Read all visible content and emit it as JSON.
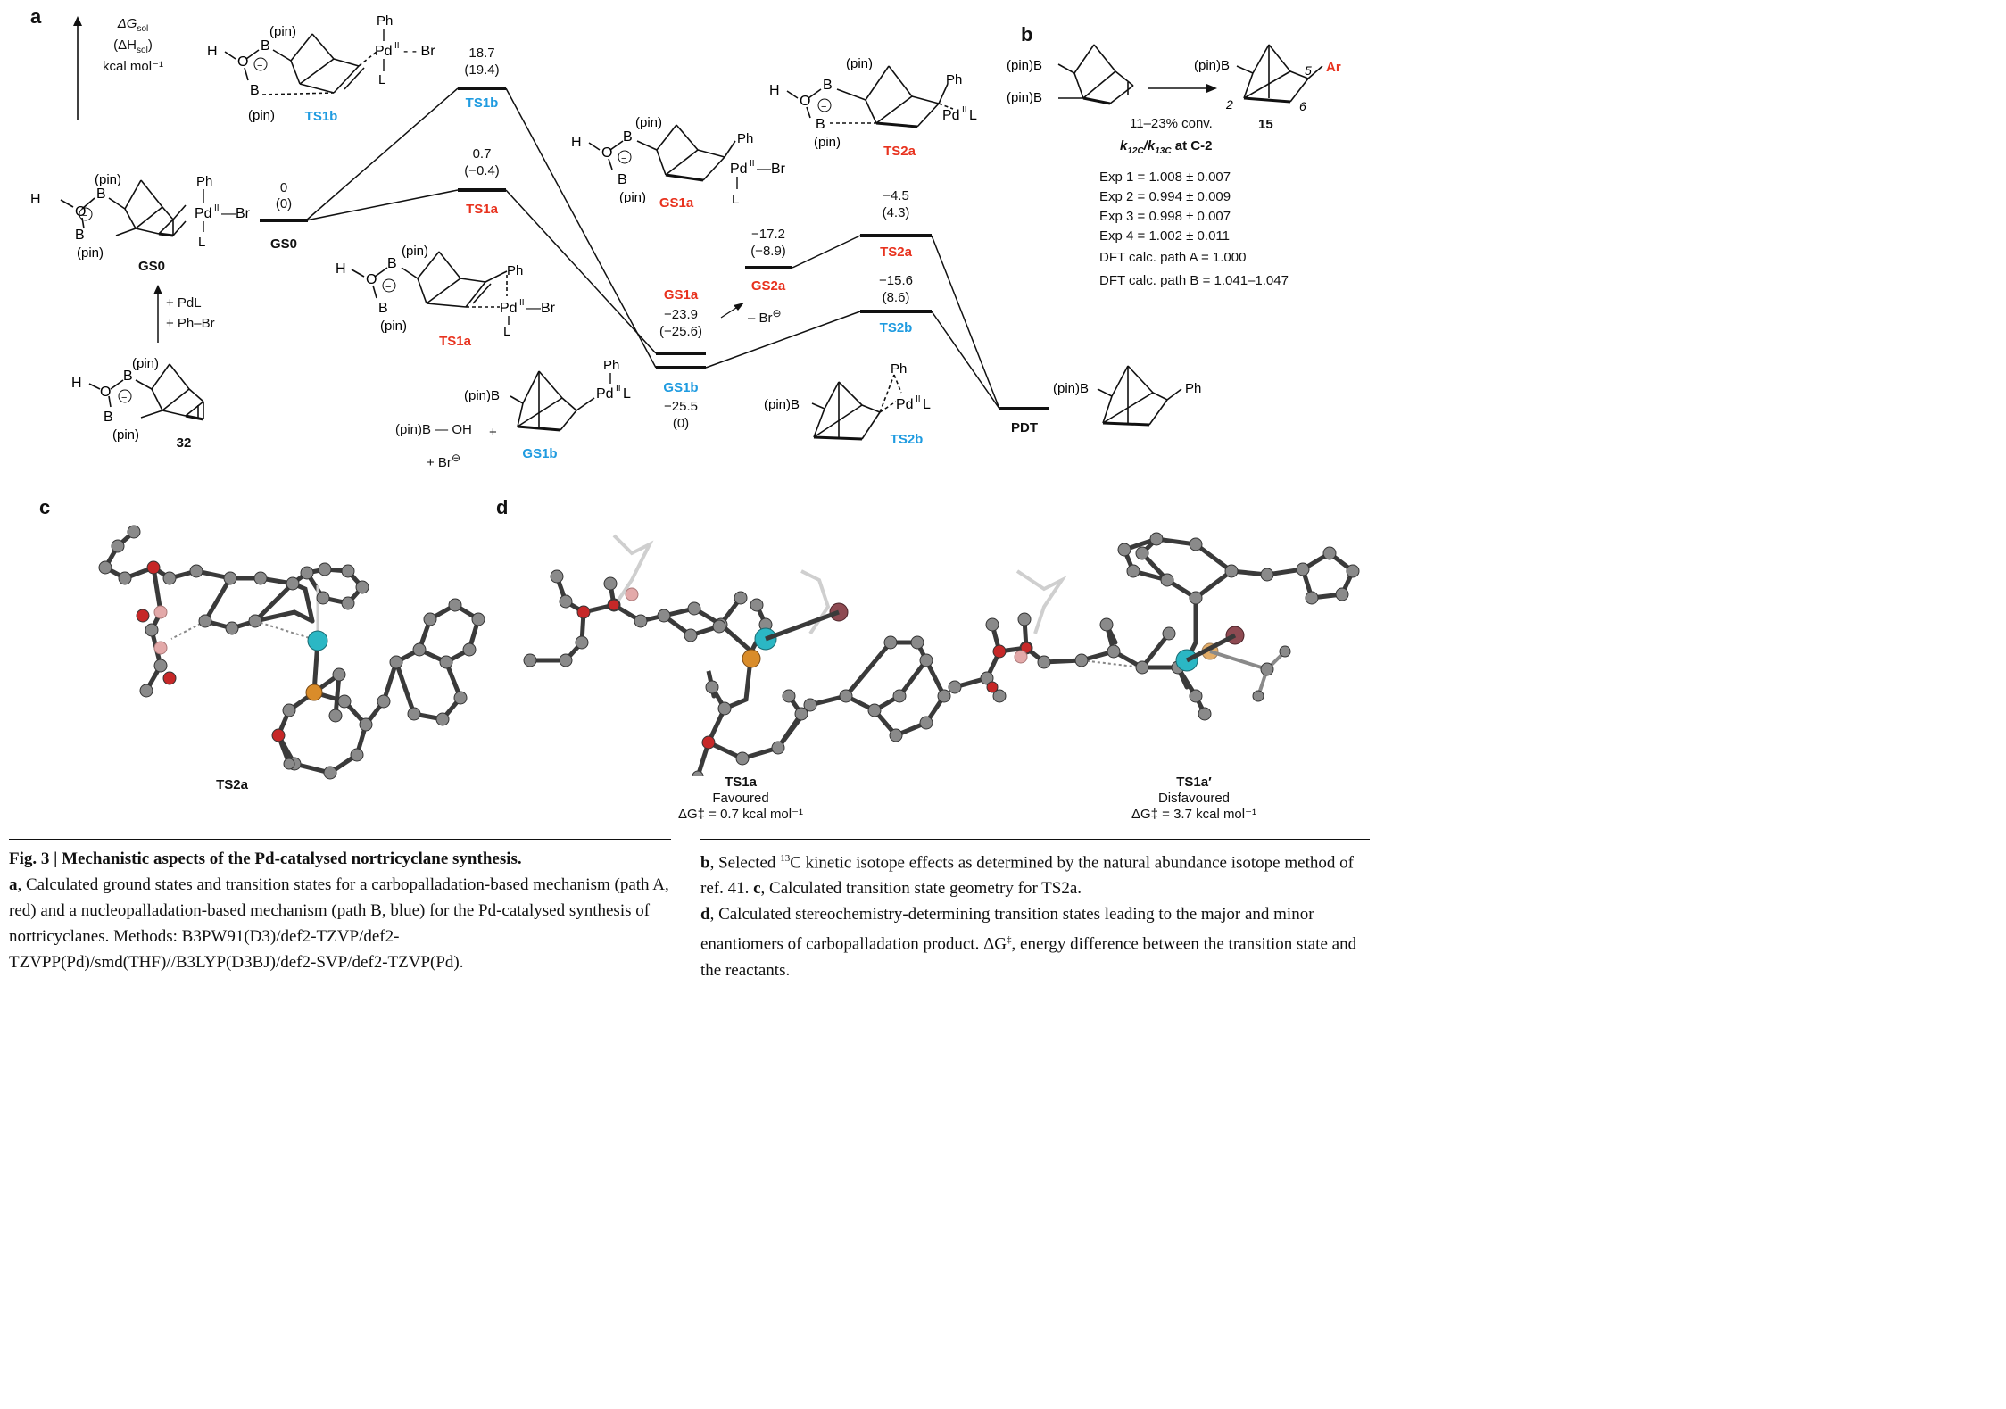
{
  "panel_labels": {
    "a": "a",
    "b": "b",
    "c": "c",
    "d": "d"
  },
  "axis": {
    "line1": "ΔG",
    "line1_sub": "sol",
    "line2_open": "(ΔH",
    "line2_sub": "sol",
    "line2_close": ")",
    "line3": "kcal mol⁻¹"
  },
  "states": [
    {
      "id": "GS0",
      "label": "GS0",
      "energy": "0",
      "enthalpy": "(0)",
      "path": "common"
    },
    {
      "id": "TS1b",
      "label": "TS1b",
      "energy": "18.7",
      "enthalpy": "(19.4)",
      "path": "B"
    },
    {
      "id": "TS1a",
      "label": "TS1a",
      "energy": "0.7",
      "enthalpy": "(−0.4)",
      "path": "A"
    },
    {
      "id": "GS1a",
      "label": "GS1a",
      "energy": "−23.9",
      "enthalpy": "(−25.6)",
      "path": "A"
    },
    {
      "id": "GS1b",
      "label": "GS1b",
      "energy": "−25.5",
      "enthalpy": "(0)",
      "path": "B"
    },
    {
      "id": "GS2a",
      "label": "GS2a",
      "energy": "−17.2",
      "enthalpy": "(−8.9)",
      "path": "A"
    },
    {
      "id": "TS2a",
      "label": "TS2a",
      "energy": "−4.5",
      "enthalpy": "(4.3)",
      "path": "A"
    },
    {
      "id": "TS2b",
      "label": "TS2b",
      "energy": "−15.6",
      "enthalpy": "(8.6)",
      "path": "B"
    },
    {
      "id": "PDT",
      "label": "PDT",
      "energy": "",
      "enthalpy": "",
      "path": "common"
    }
  ],
  "structure_labels": {
    "gs0": "GS0",
    "c32": "32",
    "ts1b": "TS1b",
    "ts1a": "TS1a",
    "gs1a": "GS1a",
    "ts2a": "TS2a",
    "gs1b": "GS1b",
    "ts2b": "TS2b"
  },
  "reagents": {
    "pdl": "+ PdL",
    "phbr": "+ Ph–Br",
    "brminus": "– Br",
    "pinboh": "(pin)B — OH",
    "plus": "+",
    "brplus": "+ Br"
  },
  "atoms": {
    "pin": "(pin)",
    "H": "H",
    "O": "O",
    "B": "B",
    "Ph": "Ph",
    "Pd": "Pd",
    "II": "II",
    "Br": "–Br",
    "Brb": "Br",
    "L": "L",
    "pinB": "(pin)B",
    "PdL": "Pd",
    "PdL_L": "L",
    "minus": "⊖"
  },
  "panel_b": {
    "conditions": "11–23% conv.",
    "product_number": "15",
    "kie_title": "k12C/k13C at C-2",
    "kie_k": "k",
    "kie_sub1": "12C",
    "kie_slash": "/",
    "kie_sub2": "13C",
    "kie_tail": " at C-2",
    "pos5": "5",
    "pos6": "6",
    "pos2": "2",
    "Ar": "Ar",
    "results": [
      "Exp 1 = 1.008 ± 0.007",
      "Exp 2 = 0.994 ± 0.009",
      "Exp 3 = 0.998 ± 0.007",
      "Exp 4 = 1.002 ± 0.011",
      "DFT calc. path A = 1.000",
      "DFT calc. path B = 1.041–1.047"
    ]
  },
  "panel_c": {
    "label": "TS2a"
  },
  "panel_d": {
    "left": {
      "name": "TS1a",
      "desc": "Favoured",
      "dg": "ΔG‡ = 0.7 kcal mol⁻¹"
    },
    "right": {
      "name": "TS1a′",
      "desc": "Disfavoured",
      "dg": "ΔG‡ = 3.7 kcal mol⁻¹"
    }
  },
  "caption": {
    "fig": "Fig. 3 | Mechanistic aspects of the Pd-catalysed nortricyclane synthesis.",
    "a_label": "a",
    "a_text": ", Calculated ground states and transition states for a carbopalladation-based mechanism (path A, red) and a nucleopalladation-based mechanism (path B, blue) for the Pd-catalysed synthesis of nortricyclanes. Methods: B3PW91(D3)/def2-TZVP/def2-TZVPP(Pd)/smd(THF)//B3LYP(D3BJ)/def2-SVP/def2-TZVP(Pd).",
    "b_label": "b",
    "b_text_1": ", Selected ",
    "b_sup": "13",
    "b_text_2": "C kinetic isotope effects as determined by the natural abundance isotope method of ref. 41. ",
    "c_label": "c",
    "c_text": ", Calculated transition state geometry for TS2a.",
    "d_label": "d",
    "d_text_1": ", Calculated stereochemistry-determining transition states leading to the major and minor enantiomers of carbopalladation product. ΔG",
    "d_sup": "‡",
    "d_text_2": ", energy difference between the transition state and the reactants."
  },
  "colors": {
    "path_a": "#e8321e",
    "path_b": "#1f9be0",
    "carbon": "#8a8a8a",
    "oxygen": "#c62828",
    "boron": "#e3a9a9",
    "palladium": "#2bb7c4",
    "phosphorus": "#d98c2a",
    "bromine": "#8e4a52"
  }
}
